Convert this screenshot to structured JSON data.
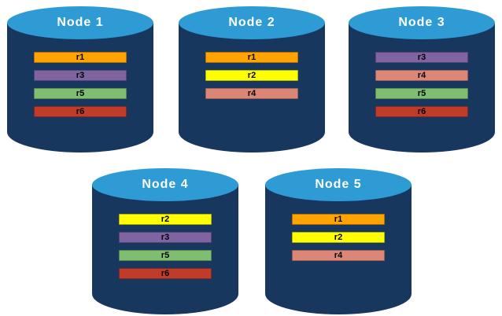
{
  "colors": {
    "cylinder_body": "#17375E",
    "cylinder_top": "#2E9BD5",
    "label_text": "#FFFFFF",
    "record_text": "#000000"
  },
  "record_colors": {
    "r1": "#FFA300",
    "r2": "#FFFF00",
    "r3": "#8064A2",
    "r4": "#DC8677",
    "r5": "#7FBE70",
    "r6": "#C03B2A"
  },
  "nodes": [
    {
      "label": "Node 1",
      "records": [
        "r1",
        "r3",
        "r5",
        "r6"
      ]
    },
    {
      "label": "Node 2",
      "records": [
        "r1",
        "r2",
        "r4"
      ]
    },
    {
      "label": "Node 3",
      "records": [
        "r3",
        "r4",
        "r5",
        "r6"
      ]
    },
    {
      "label": "Node 4",
      "records": [
        "r2",
        "r3",
        "r5",
        "r6"
      ]
    },
    {
      "label": "Node 5",
      "records": [
        "r1",
        "r2",
        "r4"
      ]
    }
  ]
}
